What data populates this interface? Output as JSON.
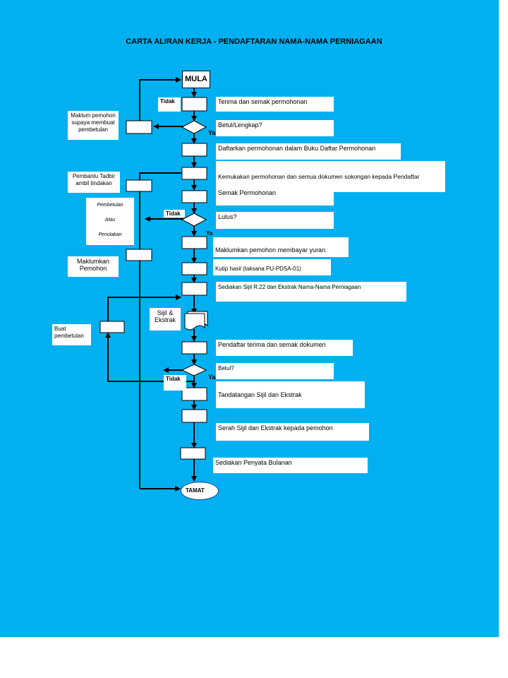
{
  "title": "CARTA ALIRAN KERJA - PENDAFTARAN NAMA-NAMA PERNIAGAAN",
  "start": "MULA",
  "end": "TAMAT",
  "steps": [
    "Terima dan semak permohonan",
    "Betul/Lengkap?",
    "Daftarkan permohonan dalam Buku Daftar Permohonan",
    "Kemukakan permohonan dan semua dokumen sokongan kepada Pendaftar",
    "Semak  Permohonan",
    "Lulus?",
    "Maklumkan pemohon membayar yuran",
    "Kutip hasil (taksana PU-PDSA-01)",
    "Sediakan Sijil R.22 dan Ekstrak Nama-Nama Perniagaan",
    "Pendaftar terima dan semak dokumen",
    "Betul?",
    "Tandatangan  Sijil dan Ekstrak",
    "Serah Sijil dan Ekstrak kepada pemohon",
    "Sediakan Penyata Bulanan"
  ],
  "side_notes": {
    "maklum_pemohon": "Maklum pemohon supaya membuat pembetulan",
    "pembantu_tadbir": "Pembantu Tadbir ambil tindakan",
    "pembetulan": "Pembetulan",
    "atau": "Atau",
    "penolakan": "Penolakan",
    "maklumkan_pemohon": "Maklumkan Pemohon",
    "buat_pembetulan": "Buat pembetulan",
    "sijil_ekstrak": "Sijil & Ekstrak"
  },
  "branch_labels": {
    "tidak_1": "Tidak",
    "ya_1": "Ya",
    "tidak_2": "Tidak",
    "ya_2": "Ya",
    "tidak_3": "Tidak",
    "ya_3": "Ya"
  }
}
